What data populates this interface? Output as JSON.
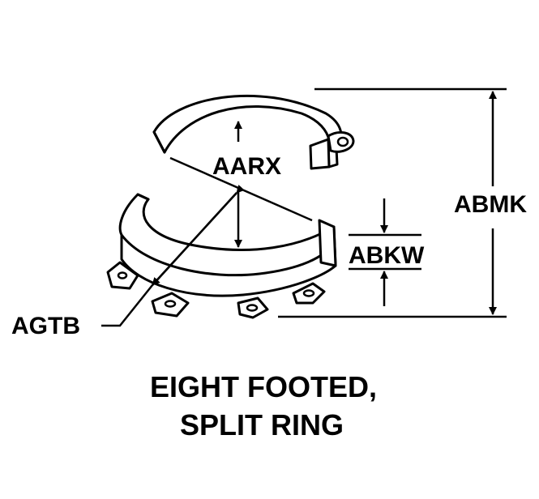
{
  "labels": {
    "aarx": "AARX",
    "abmk": "ABMK",
    "abkw": "ABKW",
    "agtb": "AGTB"
  },
  "caption": {
    "line1": "EIGHT FOOTED,",
    "line2": "SPLIT RING"
  },
  "colors": {
    "ink": "#000000",
    "background": "#ffffff"
  }
}
